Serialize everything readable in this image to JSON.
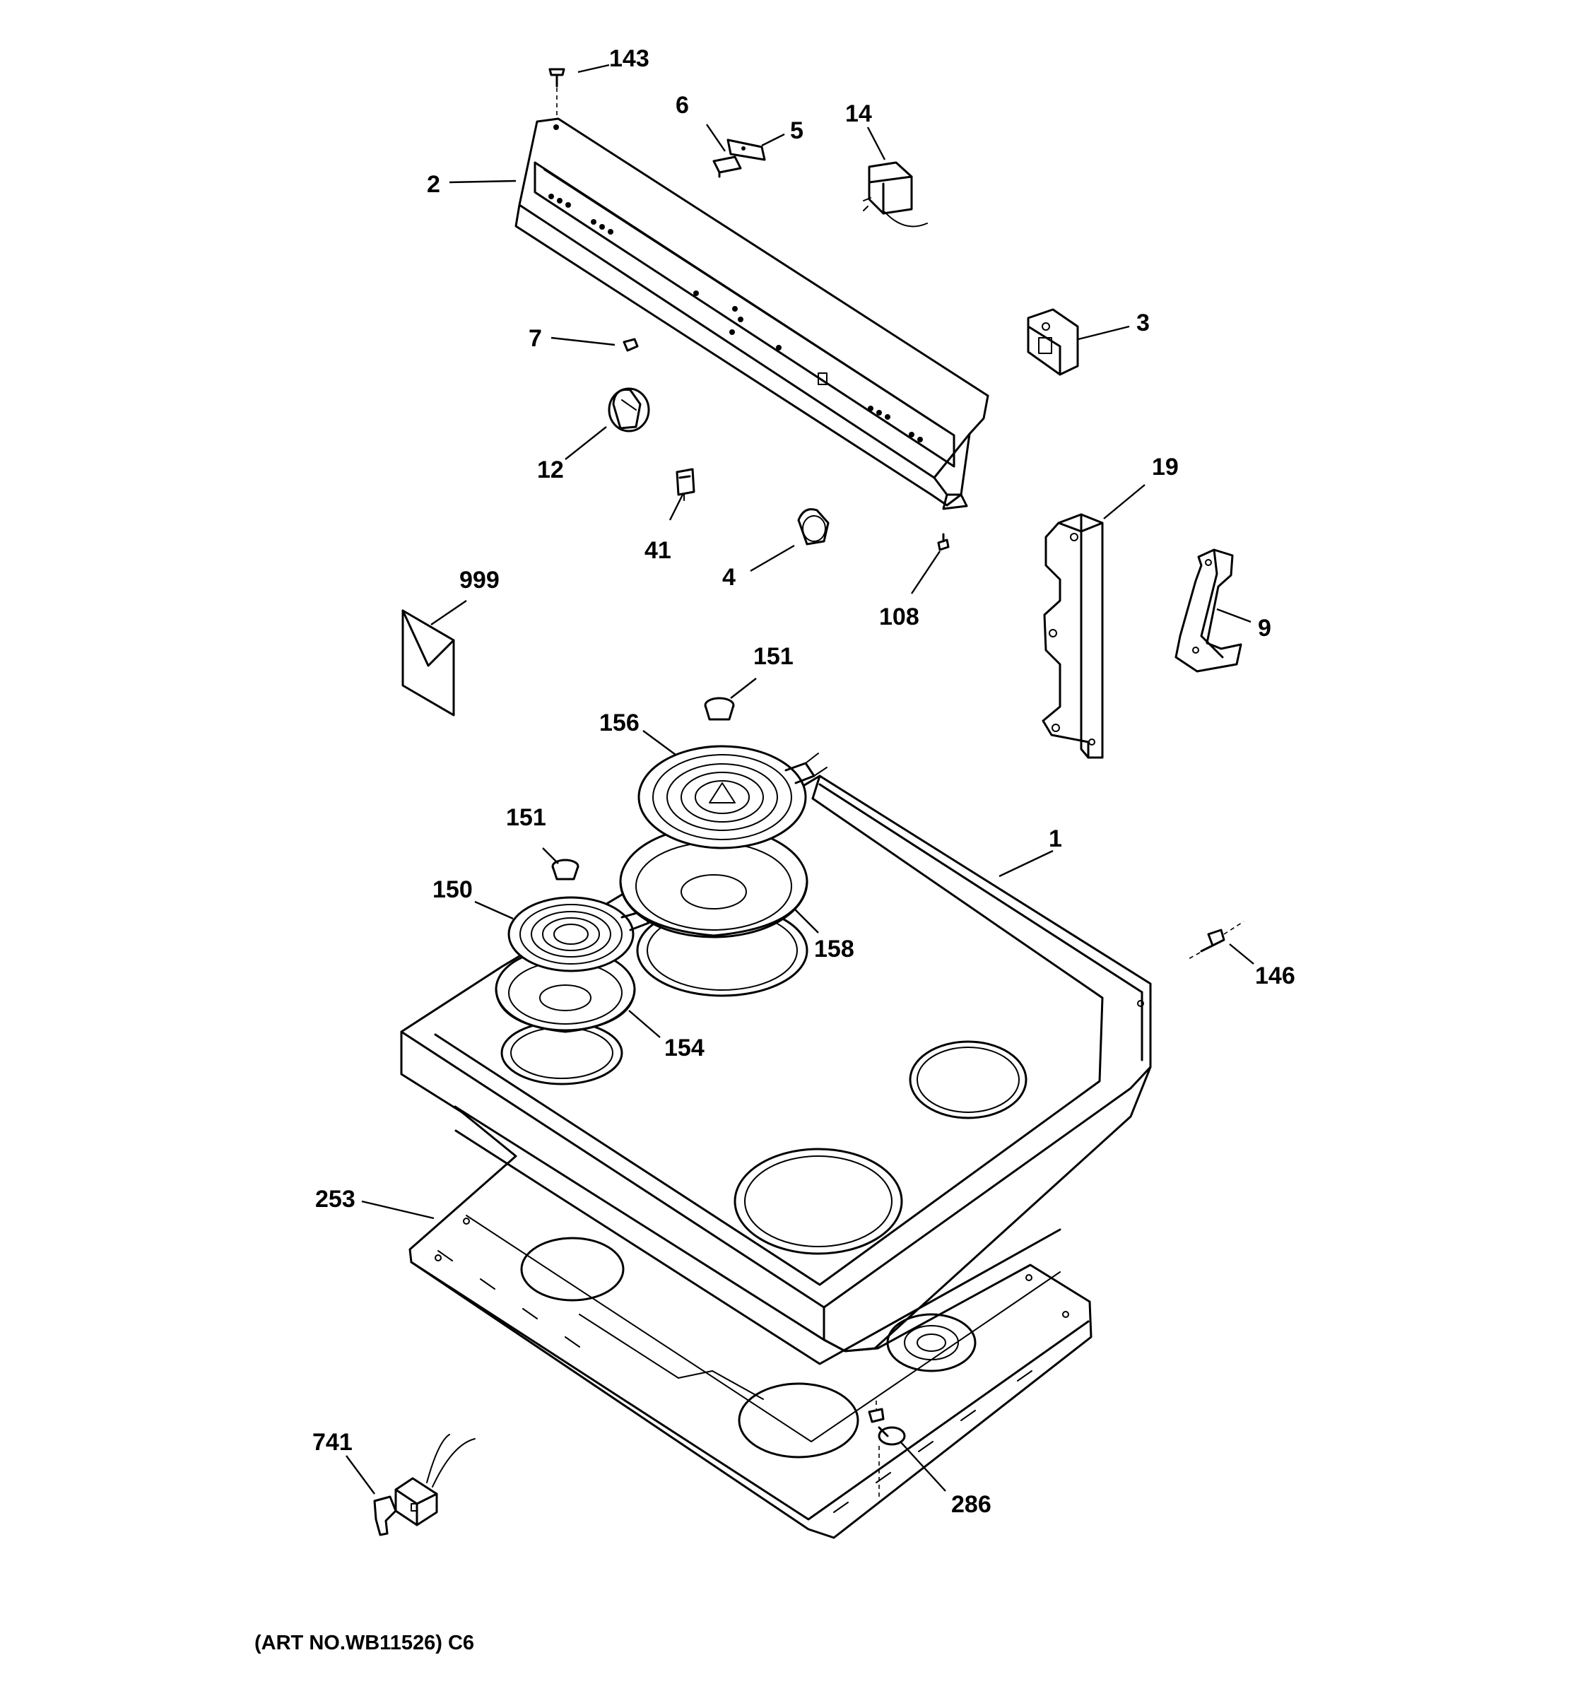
{
  "diagram": {
    "caption": "(ART NO.WB11526) C6",
    "callouts": [
      "143",
      "6",
      "5",
      "14",
      "2",
      "3",
      "7",
      "12",
      "41",
      "4",
      "108",
      "19",
      "9",
      "999",
      "151",
      "156",
      "151",
      "150",
      "1",
      "158",
      "146",
      "154",
      "253",
      "741",
      "286"
    ]
  }
}
